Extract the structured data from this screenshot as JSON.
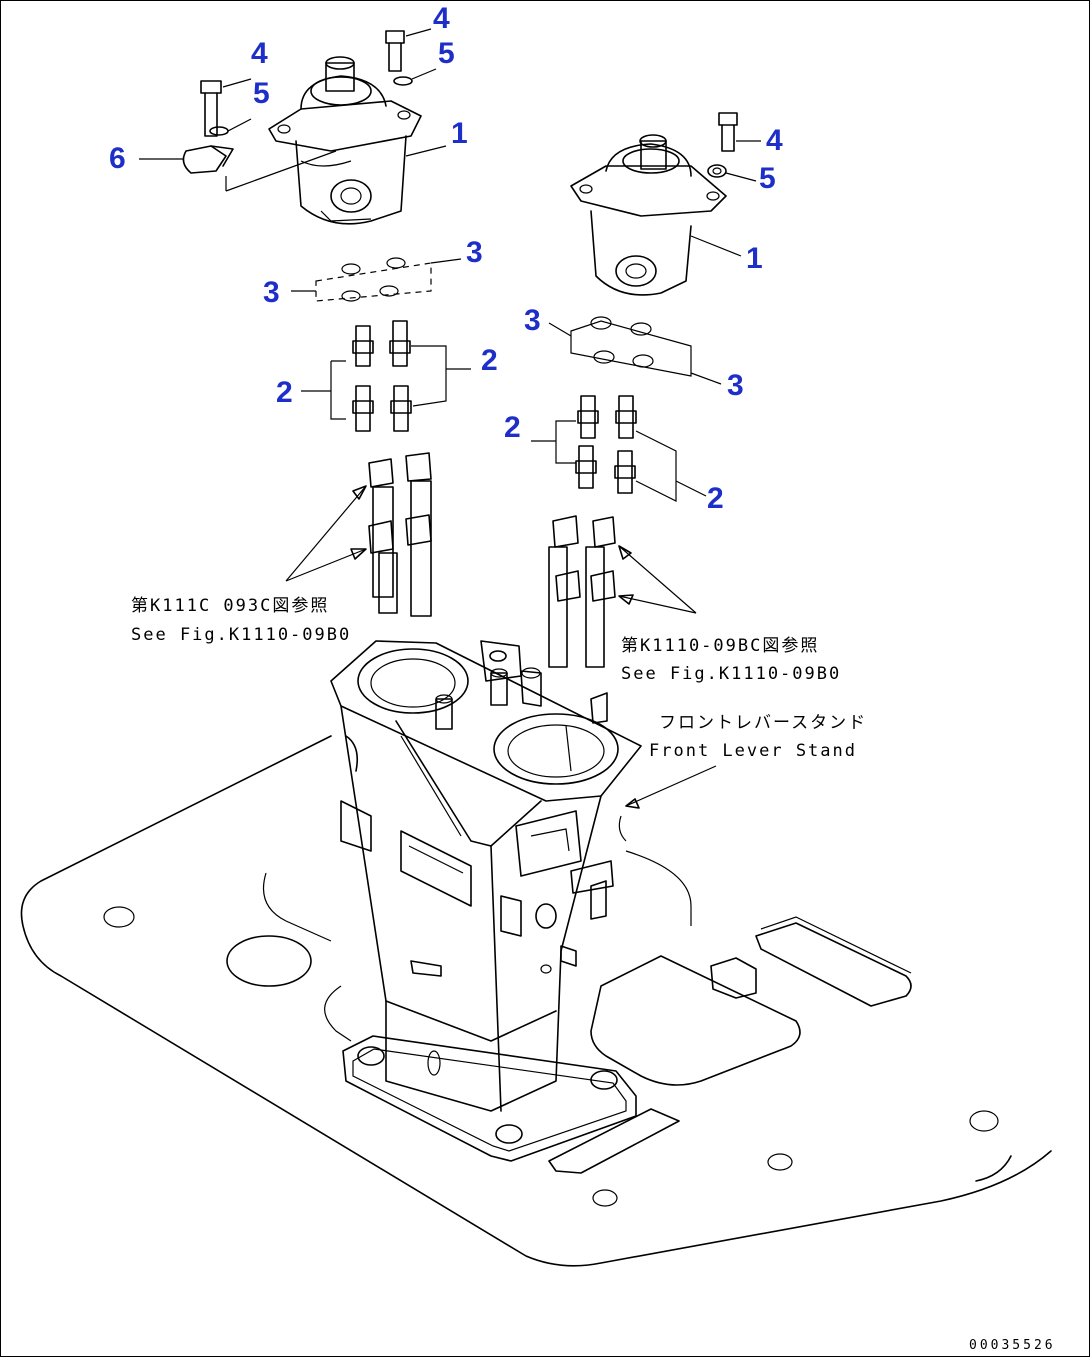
{
  "callouts": {
    "left_valve": "1",
    "right_valve": "1",
    "left_bolt_a": "4",
    "left_bolt_b": "4",
    "right_bolt": "4",
    "left_washer_a": "5",
    "left_washer_b": "5",
    "right_washer": "5",
    "clip": "6",
    "left_seal_l": "3",
    "left_seal_r": "3",
    "right_seal_l": "3",
    "right_seal_r": "3",
    "left_elbow_l": "2",
    "left_elbow_r": "2",
    "right_elbow_l": "2",
    "right_elbow_r": "2"
  },
  "notes": {
    "ref_left_jp": "第K111C 093C図参照",
    "ref_left_en": "See Fig.K1110-09B0",
    "ref_right_jp": "第K1110-09BC図参照",
    "ref_right_en": "See Fig.K1110-09B0",
    "stand_jp": "フロントレバースタンド",
    "stand_en": "Front Lever Stand"
  },
  "drawing_code": "00035526",
  "colors": {
    "callout": "#1e2ec8",
    "line": "#000000"
  }
}
